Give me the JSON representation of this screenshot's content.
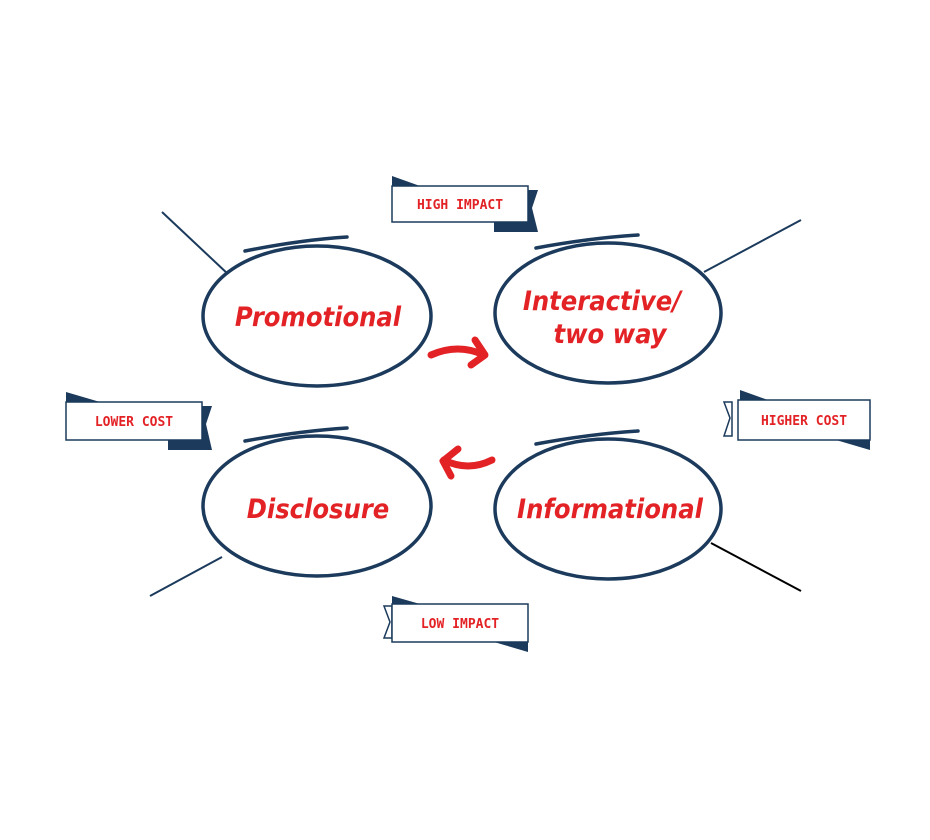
{
  "colors": {
    "outline": "#1b3a5c",
    "accent": "#e32226"
  },
  "bubbles": {
    "promotional": "Promotional",
    "interactive_line1": "Interactive/",
    "interactive_line2": "two way",
    "disclosure": "Disclosure",
    "informational": "Informational"
  },
  "tags": {
    "high_impact": "HIGH IMPACT",
    "low_impact": "LOW IMPACT",
    "lower_cost": "LOWER COST",
    "higher_cost": "HIGHER COST"
  }
}
